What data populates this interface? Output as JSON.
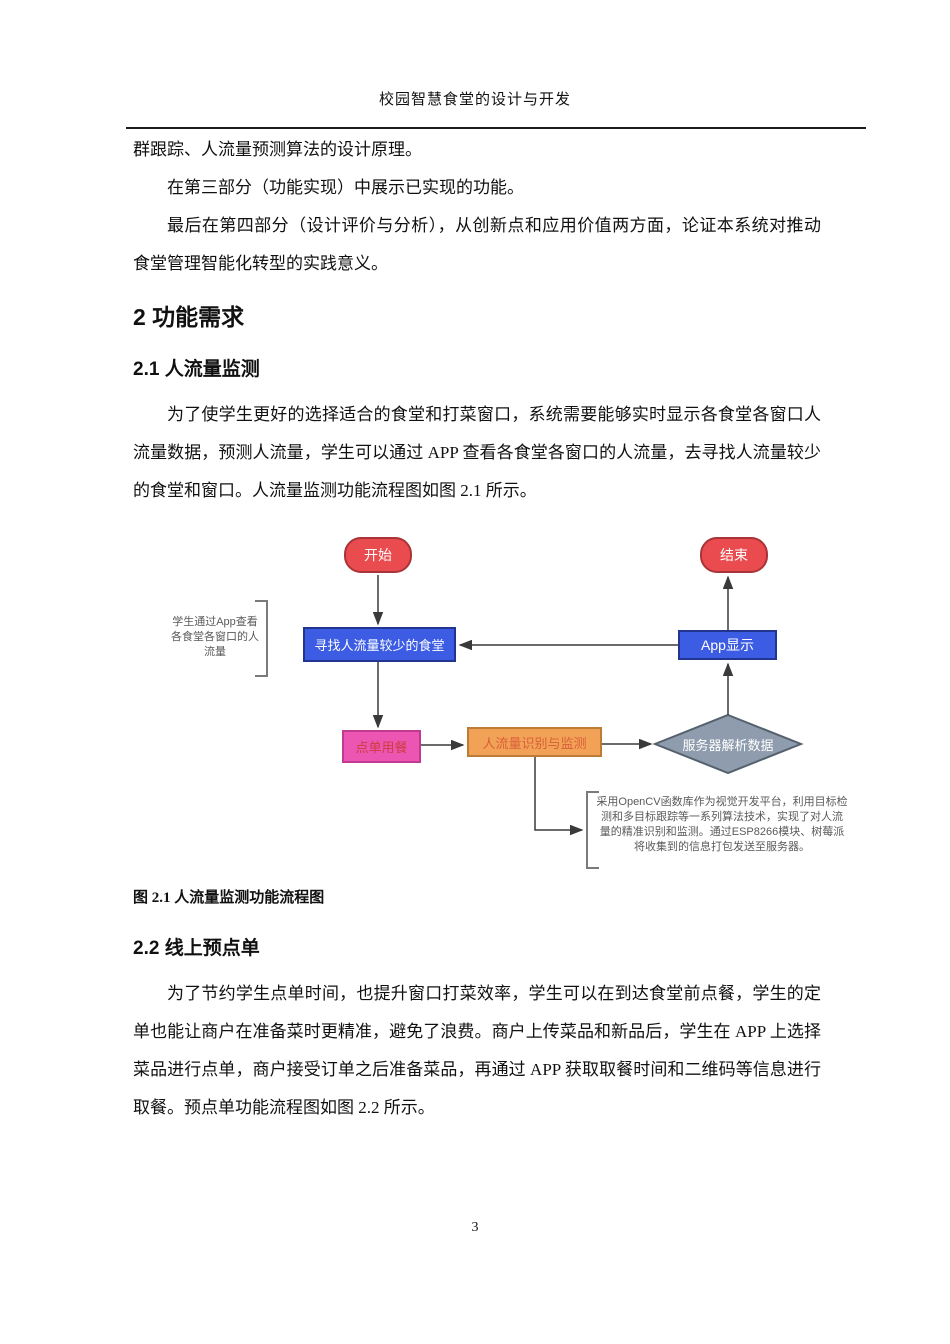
{
  "page": {
    "title": "校园智慧食堂的设计与开发",
    "number": "3"
  },
  "intro": {
    "p1": "群跟踪、人流量预测算法的设计原理。",
    "p2": "在第三部分（功能实现）中展示已实现的功能。",
    "p3": "最后在第四部分（设计评价与分析），从创新点和应用价值两方面，论证本系统对推动食堂管理智能化转型的实践意义。"
  },
  "section2": {
    "heading": "2 功能需求"
  },
  "section2_1": {
    "heading": "2.1 人流量监测",
    "paragraph": "为了使学生更好的选择适合的食堂和打菜窗口，系统需要能够实时显示各食堂各窗口人流量数据，预测人流量，学生可以通过 APP 查看各食堂各窗口的人流量，去寻找人流量较少的食堂和窗口。人流量监测功能流程图如图 2.1 所示。",
    "figure_caption": "图 2.1  人流量监测功能流程图"
  },
  "flowchart": {
    "nodes": {
      "start": {
        "label": "开始"
      },
      "end": {
        "label": "结束"
      },
      "find": {
        "label": "寻找人流量较少的食堂"
      },
      "app_display": {
        "label": "App显示"
      },
      "order": {
        "label": "点单用餐"
      },
      "monitor": {
        "label": "人流量识别与监测"
      },
      "server": {
        "label": "服务器解析数据"
      }
    },
    "annotations": {
      "left": "学生通过App查看各食堂各窗口的人流量",
      "right": "采用OpenCV函数库作为视觉开发平台，利用目标检测和多目标跟踪等一系列算法技术，实现了对人流量的精准识别和监测。通过ESP8266模块、树莓派将收集到的信息打包发送至服务器。"
    },
    "colors": {
      "terminal_red": "#e94b4f",
      "process_blue": "#3d5ce4",
      "order_pink": "#ec55b1",
      "monitor_orange": "#f2a257",
      "decision_gray": "#8e9cad",
      "arrow": "#3a3a3a",
      "note_text": "#5a5a5a"
    }
  },
  "section2_2": {
    "heading": "2.2 线上预点单",
    "paragraph": "为了节约学生点单时间，也提升窗口打菜效率，学生可以在到达食堂前点餐，学生的定单也能让商户在准备菜时更精准，避免了浪费。商户上传菜品和新品后，学生在 APP 上选择菜品进行点单，商户接受订单之后准备菜品，再通过 APP 获取取餐时间和二维码等信息进行取餐。预点单功能流程图如图 2.2 所示。"
  }
}
